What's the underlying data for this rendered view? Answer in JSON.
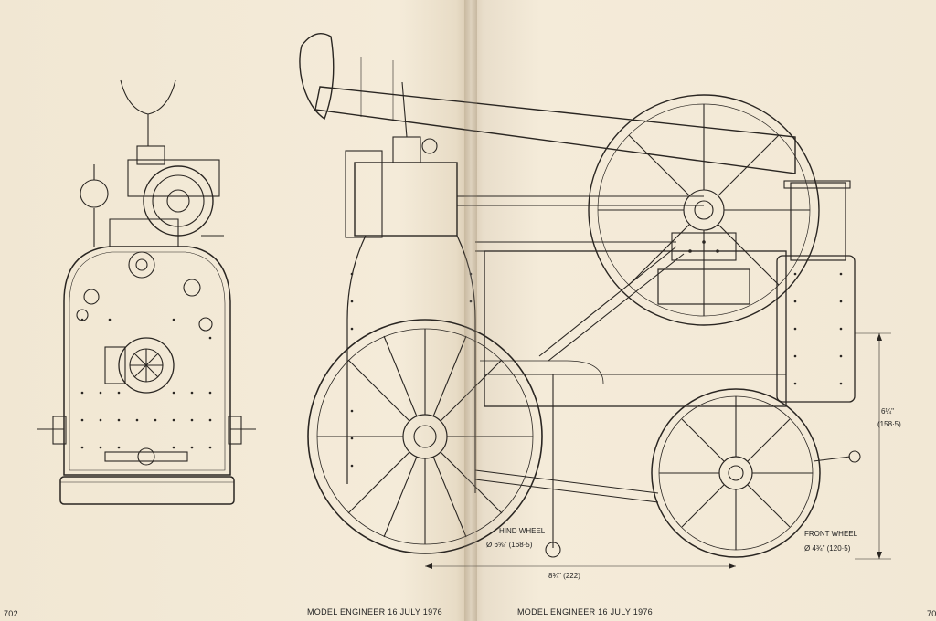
{
  "pages": {
    "left_number": "702",
    "right_number": "70",
    "left_footer": "MODEL ENGINEER 16 JULY 1976",
    "right_footer": "MODEL ENGINEER 16 JULY 1976"
  },
  "annotations": {
    "hind_wheel_label": "HIND WHEEL",
    "hind_wheel_dim": "Ø 6⅝\" (168·5)",
    "front_wheel_label": "FRONT WHEEL",
    "front_wheel_dim": "Ø 4¾\" (120·5)",
    "height_dim_frac": "6¼\"",
    "height_dim_mm": "(158·5)",
    "length_dim": "8¾\" (222)"
  },
  "figures": [
    {
      "name": "end-elevation",
      "description": "portable engine end view"
    },
    {
      "name": "side-elevation",
      "description": "portable engine side view"
    }
  ]
}
